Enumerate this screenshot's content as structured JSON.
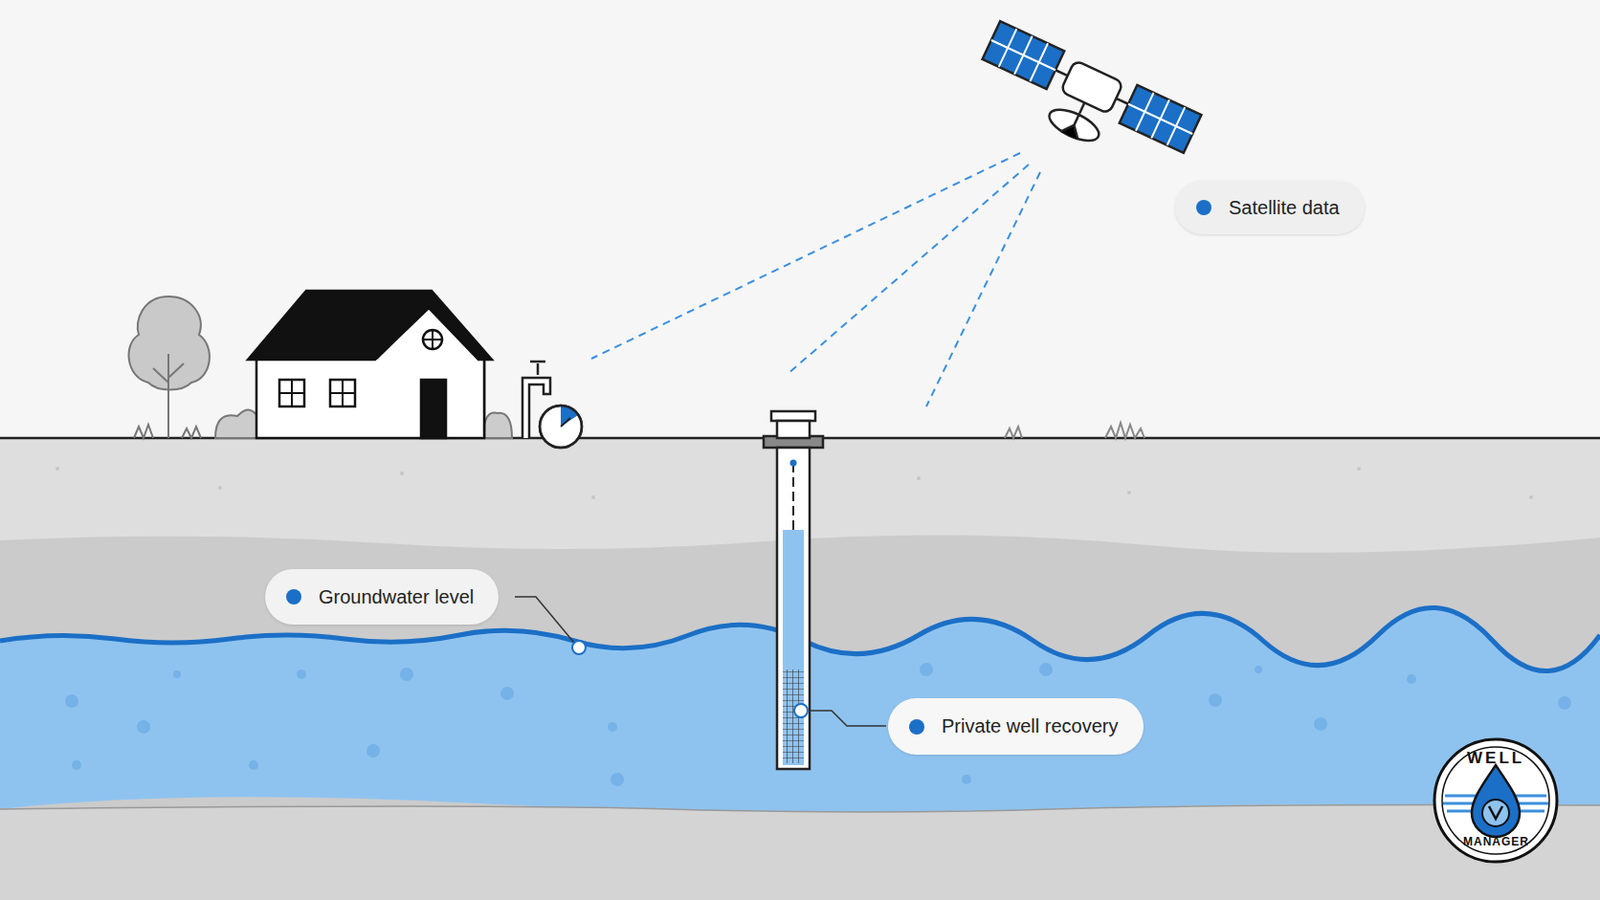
{
  "diagram": {
    "nodes": [
      {
        "text": [
          "Satellite data"
        ]
      },
      {
        "text": [
          "Groundwater level"
        ]
      },
      {
        "text": [
          "Private well recovery"
        ]
      }
    ],
    "labels": [
      "WELL",
      "MANAGER"
    ]
  }
}
